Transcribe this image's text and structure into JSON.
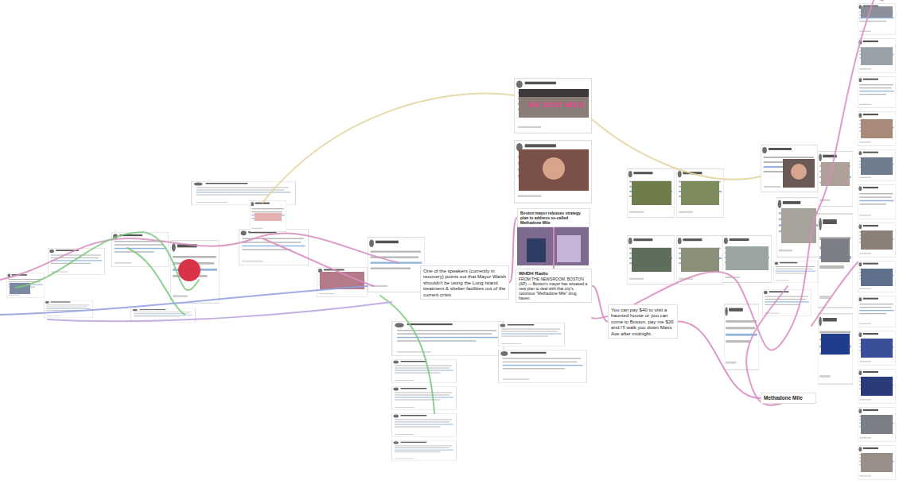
{
  "diagram": {
    "nodes": [
      {
        "text": [
          "One of the speakers (currently in recovery) points out that Mayor Walsh shouldn't be using the Long Island treatment & shelter facilities out of the current crisis"
        ]
      },
      {
        "text": [
          "Boston mayor releases strategy plan to address so-called Methadone Mile"
        ]
      },
      {
        "text": [
          "WHDH Radio",
          "FROM THE NEWSROOM, BOSTON (AP) — Boston's mayor has released a new plan to deal with that city's notorious \"Methadone Mile\" drug haven."
        ]
      },
      {
        "text": [
          "You can pay $40 to visit a haunted house or you can come to Boston, pay me $20 and I'll walk you down Mass Ave after midnight."
        ]
      },
      {
        "text": [
          "Methadone Mile"
        ]
      }
    ],
    "edges": [
      {
        "from": 0,
        "to": 1,
        "arrow": "none"
      },
      {
        "from": 1,
        "to": 2,
        "arrow": "none"
      },
      {
        "from": 2,
        "to": 3,
        "arrow": "none"
      },
      {
        "from": 3,
        "to": 4,
        "arrow": "none"
      }
    ],
    "labels": [
      "WE DONT NEED"
    ]
  }
}
